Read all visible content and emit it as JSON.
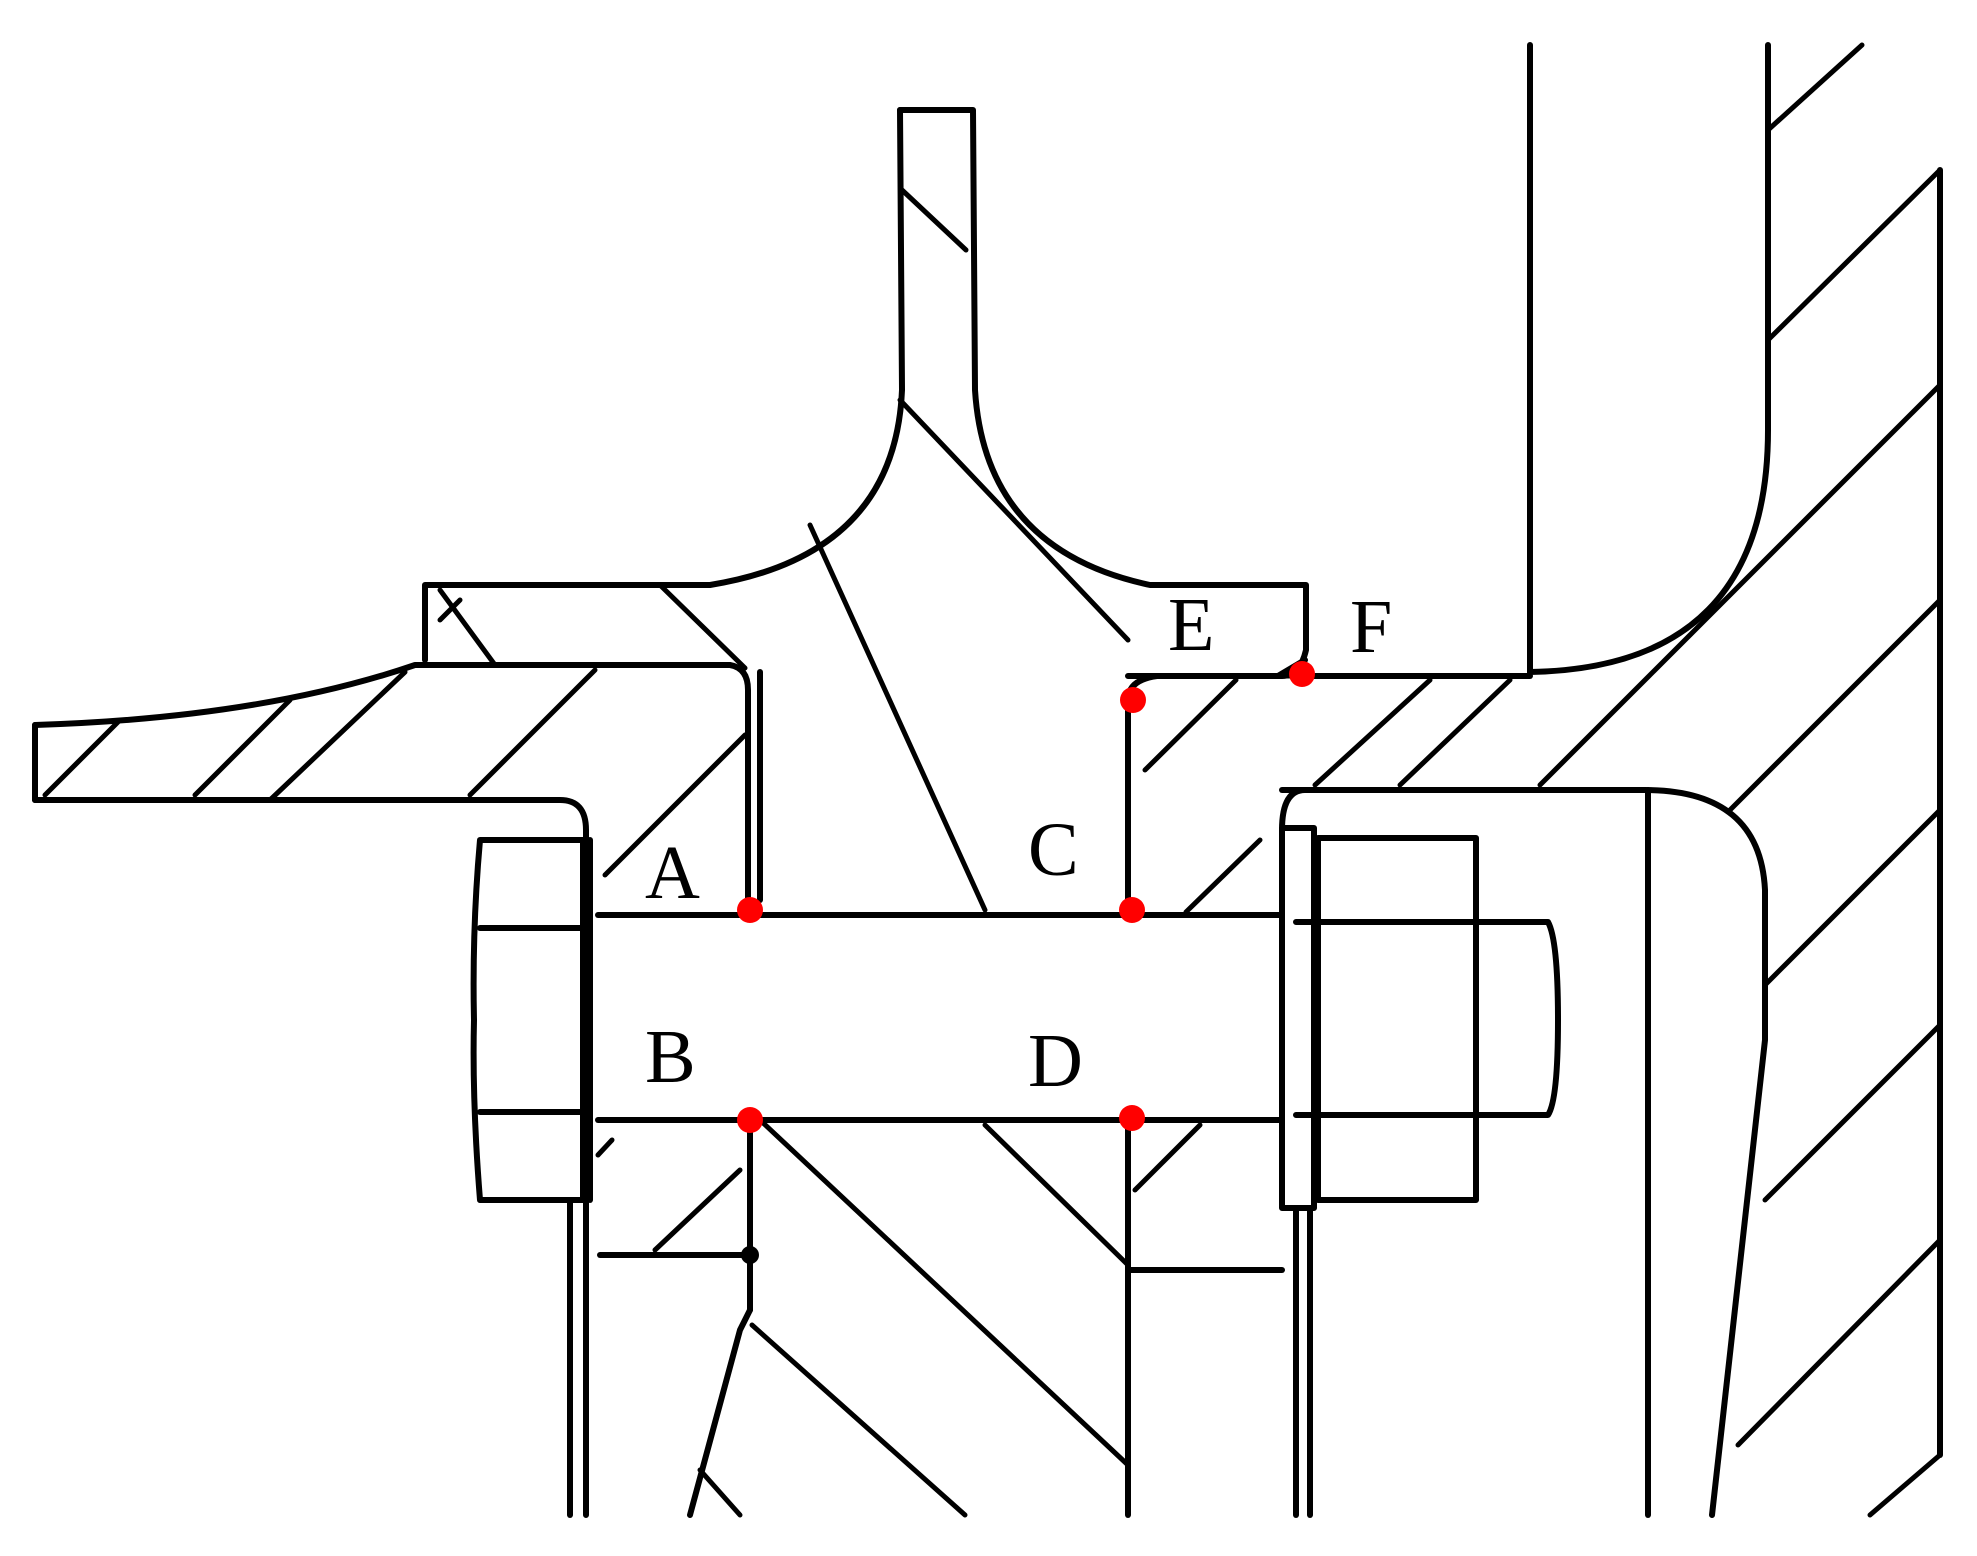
{
  "diagram": {
    "point_color": "#ff0000",
    "line_color": "#000000",
    "labels": {
      "a": "A",
      "b": "B",
      "c": "C",
      "d": "D",
      "e": "E",
      "f": "F"
    }
  }
}
